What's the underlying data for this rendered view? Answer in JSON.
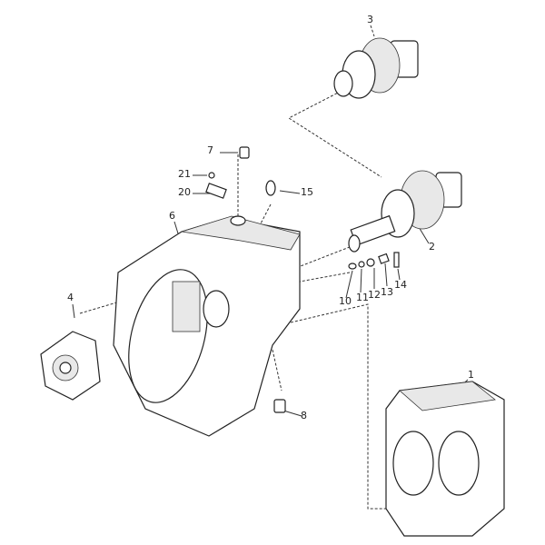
{
  "diagram": {
    "type": "exploded-parts-view",
    "callouts": {
      "p1": "1",
      "p2": "2",
      "p3": "3",
      "p4": "4",
      "p6": "6",
      "p7": "7",
      "p8": "8",
      "p10": "10",
      "p11": "11",
      "p12": "12",
      "p13": "13",
      "p14": "14",
      "p15": "15",
      "p20": "20",
      "p21": "21"
    }
  }
}
